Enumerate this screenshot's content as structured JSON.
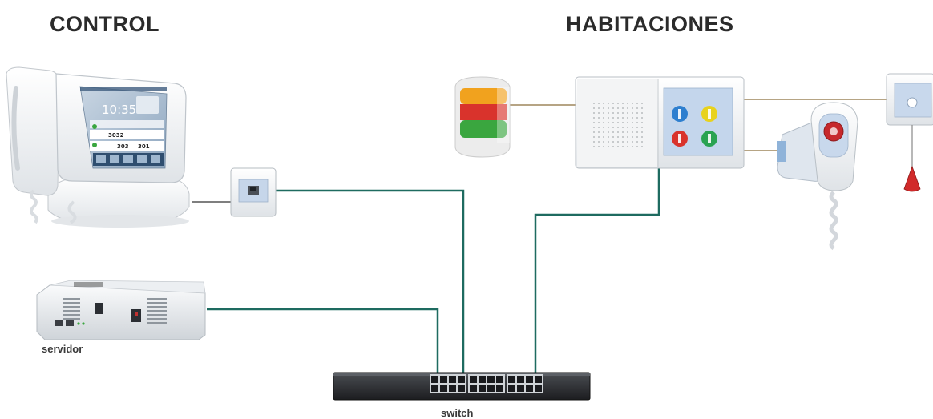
{
  "headings": {
    "control": "CONTROL",
    "habitaciones": "HABITACIONES"
  },
  "labels": {
    "servidor": "servidor",
    "switch": "switch"
  },
  "console_screen": {
    "clock": "10:35",
    "call_1": "3032",
    "call_2": "303",
    "call_3": "301"
  },
  "colors": {
    "network_link": "#1e6b60",
    "device_link": "#8a6d3b",
    "console_link": "#333333",
    "beacon_red": "#d9332c",
    "beacon_orange": "#f1a21e",
    "beacon_green": "#3aa63f",
    "call_pull_red": "#d12a2a"
  }
}
